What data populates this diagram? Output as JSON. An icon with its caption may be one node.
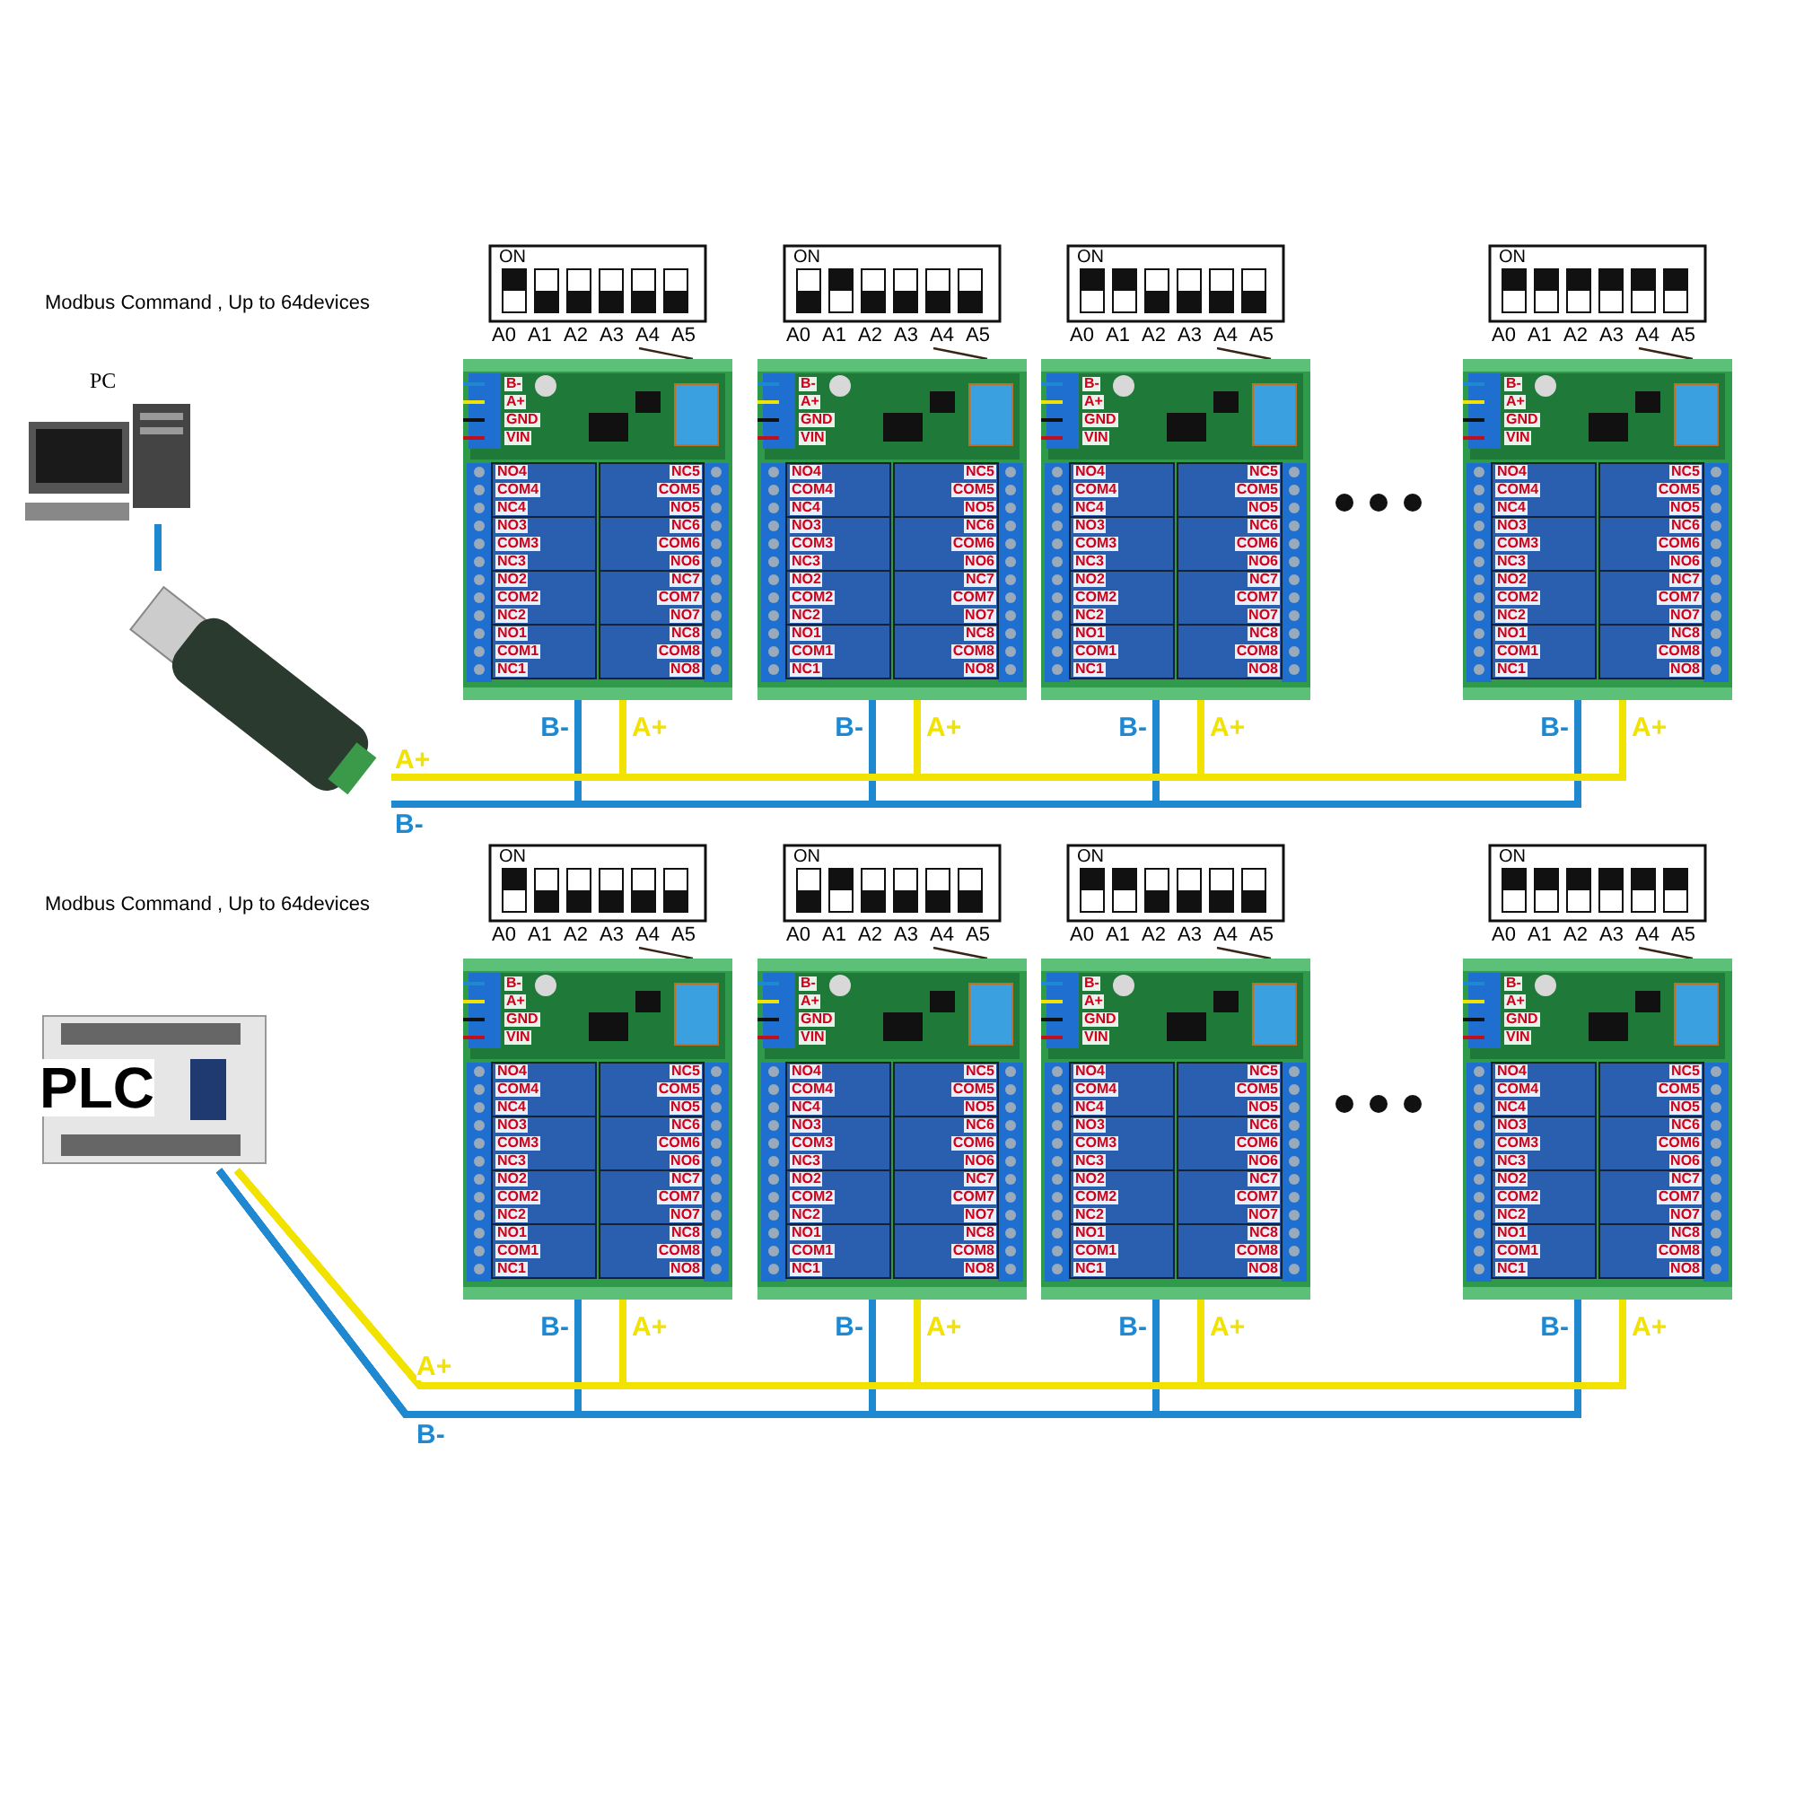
{
  "diagram": {
    "nodes": [
      {
        "text": [
          "PC"
        ]
      },
      {
        "text": [],
        "shape": "picture"
      },
      {
        "text": [
          "ON",
          "A0",
          "A1",
          "A2",
          "A3",
          "A4",
          "A5"
        ]
      },
      {
        "text": [
          "B-",
          "A+",
          "GND",
          "VIN",
          "NO4",
          "COM4",
          "NC4",
          "NO3",
          "COM3",
          "NC3",
          "NO2",
          "COM2",
          "NC2",
          "NO1",
          "COM1",
          "NC1",
          "NC5",
          "COM5",
          "NO5",
          "NC6",
          "COM6",
          "NO6",
          "NC7",
          "COM7",
          "NO7",
          "NC8",
          "COM8",
          "NO8"
        ]
      },
      {
        "text": [
          "ON",
          "A0",
          "A1",
          "A2",
          "A3",
          "A4",
          "A5"
        ]
      },
      {
        "text": [
          "B-",
          "A+",
          "GND",
          "VIN",
          "NO4",
          "COM4",
          "NC4",
          "NO3",
          "COM3",
          "NC3",
          "NO2",
          "COM2",
          "NC2",
          "NO1",
          "COM1",
          "NC1",
          "NC5",
          "COM5",
          "NO5",
          "NC6",
          "COM6",
          "NO6",
          "NC7",
          "COM7",
          "NO7",
          "NC8",
          "COM8",
          "NO8"
        ]
      },
      {
        "text": [
          "ON",
          "A0",
          "A1",
          "A2",
          "A3",
          "A4",
          "A5"
        ]
      },
      {
        "text": [
          "B-",
          "A+",
          "GND",
          "VIN",
          "NO4",
          "COM4",
          "NC4",
          "NO3",
          "COM3",
          "NC3",
          "NO2",
          "COM2",
          "NC2",
          "NO1",
          "COM1",
          "NC1",
          "NC5",
          "COM5",
          "NO5",
          "NC6",
          "COM6",
          "NO6",
          "NC7",
          "COM7",
          "NO7",
          "NC8",
          "COM8",
          "NO8"
        ]
      },
      {
        "text": [
          "ON",
          "A0",
          "A1",
          "A2",
          "A3",
          "A4",
          "A5"
        ]
      },
      {
        "text": [
          "B-",
          "A+",
          "GND",
          "VIN",
          "NO4",
          "COM4",
          "NC4",
          "NO3",
          "COM3",
          "NC3",
          "NO2",
          "COM2",
          "NC2",
          "NO1",
          "COM1",
          "NC1",
          "NC5",
          "COM5",
          "NO5",
          "NC6",
          "COM6",
          "NO6",
          "NC7",
          "COM7",
          "NO7",
          "NC8",
          "COM8",
          "NO8"
        ]
      },
      {
        "text": [
          "PLC"
        ]
      },
      {
        "text": [
          "ON",
          "A0",
          "A1",
          "A2",
          "A3",
          "A4",
          "A5"
        ]
      },
      {
        "text": [
          "B-",
          "A+",
          "GND",
          "VIN",
          "NO4",
          "COM4",
          "NC4",
          "NO3",
          "COM3",
          "NC3",
          "NO2",
          "COM2",
          "NC2",
          "NO1",
          "COM1",
          "NC1",
          "NC5",
          "COM5",
          "NO5",
          "NC6",
          "COM6",
          "NO6",
          "NC7",
          "COM7",
          "NO7",
          "NC8",
          "COM8",
          "NO8"
        ]
      },
      {
        "text": [
          "ON",
          "A0",
          "A1",
          "A2",
          "A3",
          "A4",
          "A5"
        ]
      },
      {
        "text": [
          "B-",
          "A+",
          "GND",
          "VIN",
          "NO4",
          "COM4",
          "NC4",
          "NO3",
          "COM3",
          "NC3",
          "NO2",
          "COM2",
          "NC2",
          "NO1",
          "COM1",
          "NC1",
          "NC5",
          "COM5",
          "NO5",
          "NC6",
          "COM6",
          "NO6",
          "NC7",
          "COM7",
          "NO7",
          "NC8",
          "COM8",
          "NO8"
        ]
      },
      {
        "text": [
          "ON",
          "A0",
          "A1",
          "A2",
          "A3",
          "A4",
          "A5"
        ]
      },
      {
        "text": [
          "B-",
          "A+",
          "GND",
          "VIN",
          "NO4",
          "COM4",
          "NC4",
          "NO3",
          "COM3",
          "NC3",
          "NO2",
          "COM2",
          "NC2",
          "NO1",
          "COM1",
          "NC1",
          "NC5",
          "COM5",
          "NO5",
          "NC6",
          "COM6",
          "NO6",
          "NC7",
          "COM7",
          "NO7",
          "NC8",
          "COM8",
          "NO8"
        ]
      },
      {
        "text": [
          "ON",
          "A0",
          "A1",
          "A2",
          "A3",
          "A4",
          "A5"
        ]
      },
      {
        "text": [
          "B-",
          "A+",
          "GND",
          "VIN",
          "NO4",
          "COM4",
          "NC4",
          "NO3",
          "COM3",
          "NC3",
          "NO2",
          "COM2",
          "NC2",
          "NO1",
          "COM1",
          "NC1",
          "NC5",
          "COM5",
          "NO5",
          "NC6",
          "COM6",
          "NO6",
          "NC7",
          "COM7",
          "NO7",
          "NC8",
          "COM8",
          "NO8"
        ]
      }
    ],
    "edges": [
      {
        "from": 0,
        "to": 1,
        "arrow": "none",
        "color": "#1e88d0"
      },
      {
        "from": 1,
        "to": 3,
        "arrow": "none",
        "label": "B-",
        "color": "#1e88d0"
      },
      {
        "from": 1,
        "to": 3,
        "arrow": "none",
        "label": "A+",
        "color": "#f2e200"
      },
      {
        "from": 1,
        "to": 5,
        "arrow": "none",
        "label": "B-",
        "color": "#1e88d0"
      },
      {
        "from": 1,
        "to": 5,
        "arrow": "none",
        "label": "A+",
        "color": "#f2e200"
      },
      {
        "from": 1,
        "to": 7,
        "arrow": "none",
        "label": "B-",
        "color": "#1e88d0"
      },
      {
        "from": 1,
        "to": 7,
        "arrow": "none",
        "label": "A+",
        "color": "#f2e200"
      },
      {
        "from": 1,
        "to": 9,
        "arrow": "none",
        "label": "B-",
        "color": "#1e88d0"
      },
      {
        "from": 1,
        "to": 9,
        "arrow": "none",
        "label": "A+",
        "color": "#f2e200"
      },
      {
        "from": 2,
        "to": 3,
        "arrow": "none",
        "color": "#3a2418"
      },
      {
        "from": 4,
        "to": 5,
        "arrow": "none",
        "color": "#3a2418"
      },
      {
        "from": 6,
        "to": 7,
        "arrow": "none",
        "color": "#3a2418"
      },
      {
        "from": 8,
        "to": 9,
        "arrow": "none",
        "color": "#3a2418"
      },
      {
        "from": 10,
        "to": 12,
        "arrow": "none",
        "label": "B-",
        "color": "#1e88d0"
      },
      {
        "from": 10,
        "to": 12,
        "arrow": "none",
        "label": "A+",
        "color": "#f2e200"
      },
      {
        "from": 10,
        "to": 14,
        "arrow": "none",
        "label": "B-",
        "color": "#1e88d0"
      },
      {
        "from": 10,
        "to": 14,
        "arrow": "none",
        "label": "A+",
        "color": "#f2e200"
      },
      {
        "from": 10,
        "to": 16,
        "arrow": "none",
        "label": "B-",
        "color": "#1e88d0"
      },
      {
        "from": 10,
        "to": 16,
        "arrow": "none",
        "label": "A+",
        "color": "#f2e200"
      },
      {
        "from": 10,
        "to": 18,
        "arrow": "none",
        "label": "B-",
        "color": "#1e88d0"
      },
      {
        "from": 10,
        "to": 18,
        "arrow": "none",
        "label": "A+",
        "color": "#f2e200"
      },
      {
        "from": 11,
        "to": 12,
        "arrow": "none",
        "color": "#3a2418"
      },
      {
        "from": 13,
        "to": 14,
        "arrow": "none",
        "color": "#3a2418"
      },
      {
        "from": 15,
        "to": 16,
        "arrow": "none",
        "color": "#3a2418"
      },
      {
        "from": 17,
        "to": 18,
        "arrow": "none",
        "color": "#3a2418"
      }
    ],
    "labels": [
      "Modbus Command , Up to 64devices",
      "A+",
      "B-",
      "Modbus Command , Up to 64devices",
      "A+",
      "B-"
    ]
  }
}
